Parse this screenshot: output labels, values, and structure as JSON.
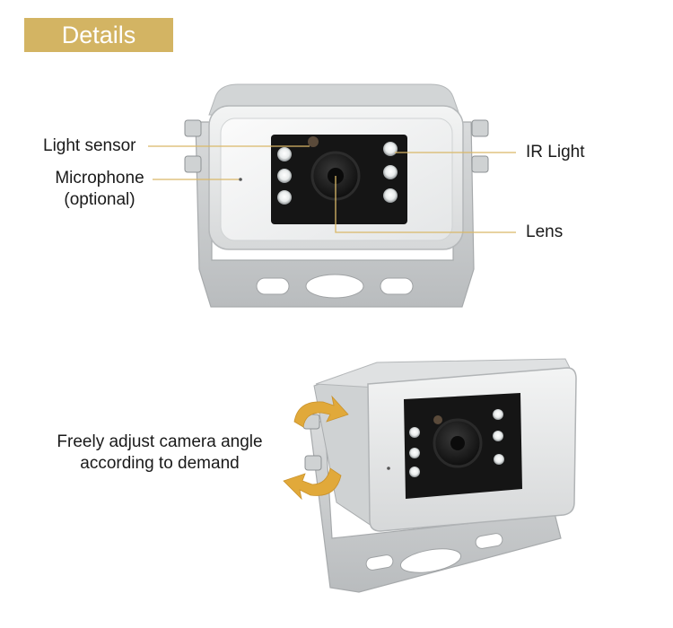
{
  "header": {
    "title": "Details"
  },
  "callouts": {
    "light_sensor": "Light sensor",
    "microphone_line1": "Microphone",
    "microphone_line2": "(optional)",
    "ir_light": "IR Light",
    "lens": "Lens",
    "adjust_line1": "Freely adjust camera angle",
    "adjust_line2": "according to demand"
  },
  "colors": {
    "accent": "#d3b463",
    "leader_line": "#d9b868",
    "text": "#1a1a1a",
    "housing": "#e3e5e6",
    "lens_panel": "#141414",
    "rotate_arrow": "#e1a93a"
  },
  "icons": [
    "camera-front-image",
    "camera-side-image",
    "rotate-arrow-icon",
    "ir-led-icon"
  ]
}
